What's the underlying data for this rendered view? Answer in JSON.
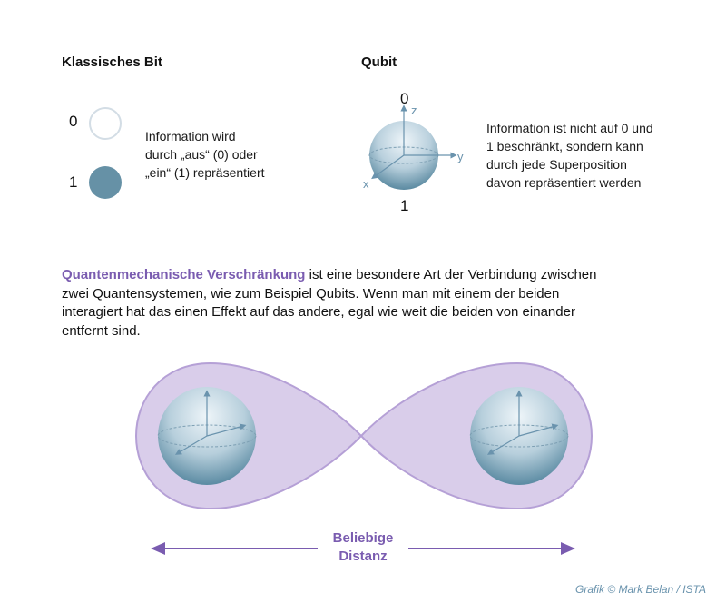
{
  "classical": {
    "title": "Klassisches Bit",
    "label_0": "0",
    "label_1": "1",
    "description_lines": [
      "Information wird",
      "durch „aus“ (0) oder",
      "„ein“ (1) repräsentiert"
    ]
  },
  "qubit": {
    "title": "Qubit",
    "label_0": "0",
    "label_1": "1",
    "axis_z": "z",
    "axis_y": "y",
    "axis_x": "x",
    "description_lines": [
      "Information ist nicht auf 0 und",
      "1 beschränkt, sondern kann",
      "durch jede Superposition",
      "davon repräsentiert werden"
    ]
  },
  "entanglement": {
    "term": "Quantenmechanische Verschränkung",
    "text_lines": [
      " ist eine besondere Art der Verbindung zwischen",
      "zwei Quantensystemen, wie zum Beispiel Qubits. Wenn man mit einem der beiden",
      "interagiert hat das einen Effekt auf das andere, egal wie weit die beiden von einander",
      "entfernt sind."
    ]
  },
  "distance": {
    "line1": "Beliebige",
    "line2": "Distanz"
  },
  "credit": "Grafik © Mark Belan / ISTA",
  "colors": {
    "accent_purple": "#7a5cb0",
    "lobe_fill": "#d9cdea",
    "lobe_stroke": "#b5a0d6",
    "bit_fill": "#6691a6",
    "sphere_axis": "#6a93ad"
  }
}
